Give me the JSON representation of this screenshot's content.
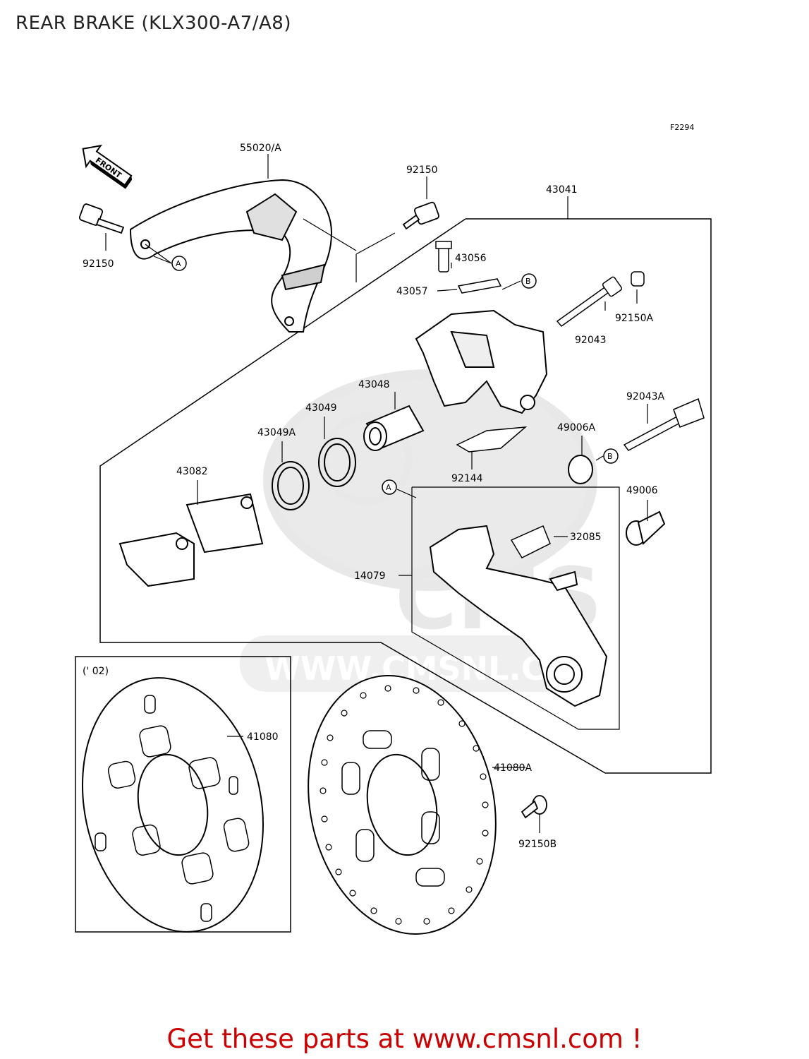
{
  "title": "REAR BRAKE (KLX300-A7/A8)",
  "figure_code": "F2294",
  "front_label": "FRONT",
  "watermark": {
    "brand": "CMS",
    "url": "WWW.CMSNL.COM"
  },
  "variant_label": "(' 02)",
  "callouts": {
    "a": "A",
    "b": "B"
  },
  "parts": {
    "p55020a": "55020/A",
    "p92150_a": "92150",
    "p92150_b": "92150",
    "p43041": "43041",
    "p43056": "43056",
    "p43057": "43057",
    "p92043": "92043",
    "p92150a": "92150A",
    "p43048": "43048",
    "p43049": "43049",
    "p43049a": "43049A",
    "p43082": "43082",
    "p92144": "92144",
    "p92043a": "92043A",
    "p49006a": "49006A",
    "p49006": "49006",
    "p32085": "32085",
    "p14079": "14079",
    "p41080": "41080",
    "p41080a": "41080A",
    "p92150b": "92150B"
  },
  "cta": "Get these parts at www.cmsnl.com !"
}
